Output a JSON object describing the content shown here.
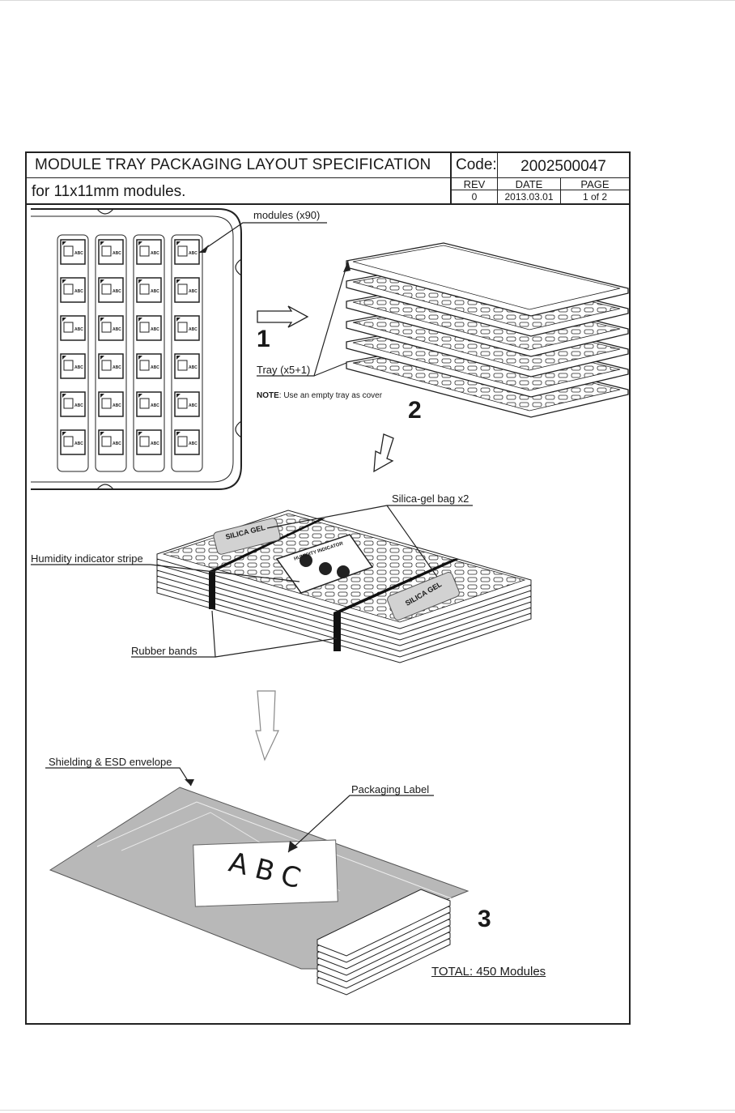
{
  "header": {
    "title": "MODULE TRAY PACKAGING LAYOUT SPECIFICATION",
    "subtitle": "for 11x11mm modules.",
    "code_label": "Code:",
    "code_value": "2002500047",
    "rev_label": "REV",
    "date_label": "DATE",
    "page_label": "PAGE",
    "rev_value": "0",
    "date_value": "2013.03.01",
    "page_value": "1 of 2"
  },
  "labels": {
    "modules": "modules (x90)",
    "tray": "Tray (x5+1)",
    "note_bold": "NOTE",
    "note_rest": ": Use an empty tray as cover",
    "silica": "Silica-gel bag x2",
    "humidity": "Humidity indicator stripe",
    "rubber": "Rubber bands",
    "envelope": "Shielding & ESD envelope",
    "packaging_label": "Packaging Label",
    "total": "TOTAL: 450 Modules",
    "module_mark": "ABC",
    "envelope_mark": "ABC",
    "silica_mark": "SILICA GEL",
    "humidity_mark": "HUMIDITY INDICATOR"
  },
  "steps": [
    "1",
    "2",
    "3"
  ],
  "colors": {
    "line": "#222222",
    "envelope": "#b8b8b8",
    "paper": "#ffffff"
  }
}
